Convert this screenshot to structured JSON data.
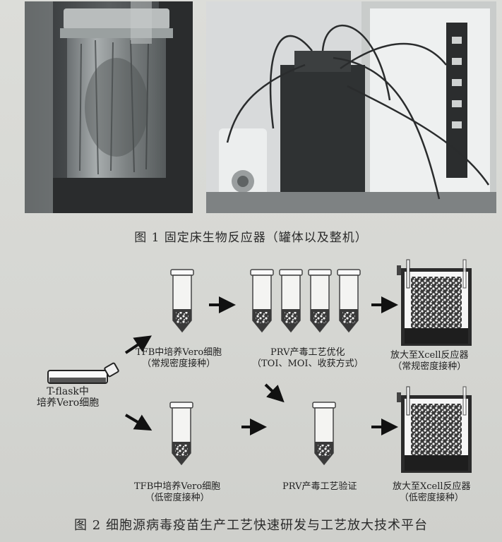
{
  "figure1": {
    "caption": "图 1  固定床生物反应器（罐体以及整机）"
  },
  "figure2": {
    "caption": "图 2  细胞源病毒疫苗生产工艺快速研发与工艺放大技术平台",
    "start": {
      "line1": "T-flask中",
      "line2": "培养Vero细胞"
    },
    "top_row": {
      "step1": {
        "line1": "TFB中培养Vero细胞",
        "line2": "（常规密度接种）"
      },
      "step2": {
        "line1": "PRV产毒工艺优化",
        "line2": "（TOI、MOI、收获方式）"
      },
      "step3": {
        "line1": "放大至Xcell反应器",
        "line2": "（常规密度接种）"
      }
    },
    "bottom_row": {
      "step1": {
        "line1": "TFB中培养Vero细胞",
        "line2": "（低密度接种）"
      },
      "step2": {
        "line1": "PRV产毒工艺验证"
      },
      "step3": {
        "line1": "放大至Xcell反应器",
        "line2": "（低密度接种）"
      }
    }
  }
}
